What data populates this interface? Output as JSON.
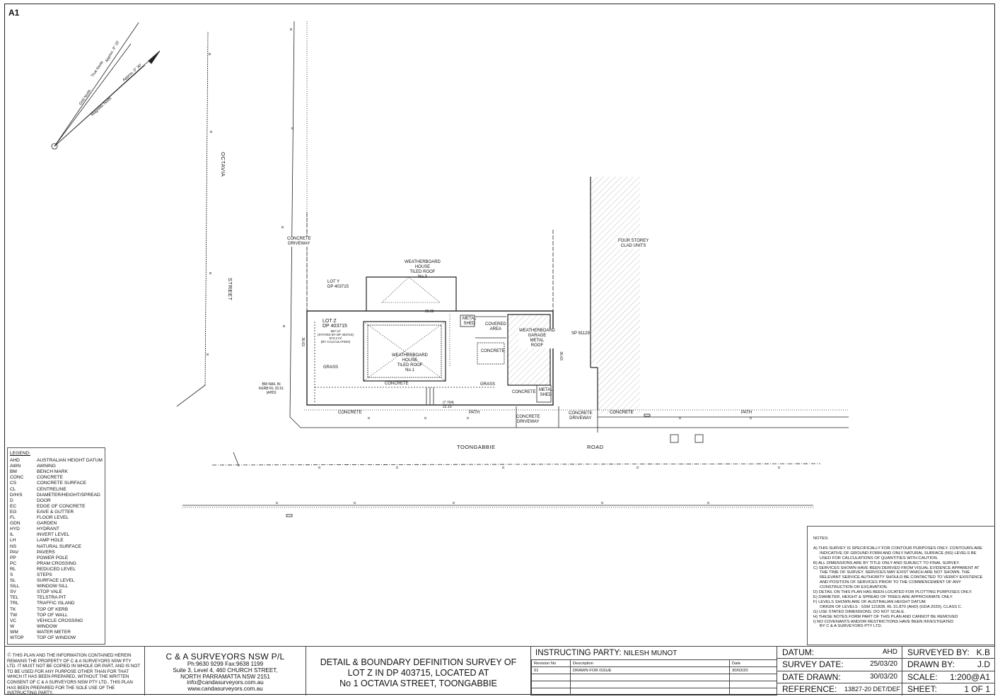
{
  "sheet": {
    "size": "A1"
  },
  "north": {
    "true_north": "True North",
    "grid_north": "Grid North",
    "magnetic_north": "Magnetic North",
    "angle1": "Approx. 0° 15'",
    "angle2": "Approx. 0° 30'"
  },
  "streets": {
    "octavia": "OCTAVIA",
    "street": "STREET",
    "toongabbie": "TOONGABBIE",
    "road": "ROAD"
  },
  "plan_labels": {
    "lot_z": "LOT Z",
    "lot_z_dp": "DP 403715",
    "lot_z_area1": "587 m²",
    "lot_z_area_note1": "(STATED BY DP 403715)",
    "lot_z_area2": "572.2 m²",
    "lot_z_area_note2": "(BY CALCULATION)",
    "lot_y": "LOT Y",
    "lot_y_dp": "DP 403715",
    "house1_l1": "WEATHERBOARD",
    "house1_l2": "HOUSE",
    "house1_l3": "TILED ROOF",
    "house1_l4": "No.1",
    "house3_l1": "WEATHERBOARD",
    "house3_l2": "HOUSE",
    "house3_l3": "TILED ROOF",
    "house3_l4": "No.3",
    "garage_l1": "WEATHERBOARD",
    "garage_l2": "GARAGE",
    "garage_l3": "METAL",
    "garage_l4": "ROOF",
    "metal_shed": "METAL",
    "shed": "SHED",
    "covered_l1": "COVERED",
    "covered_l2": "AREA",
    "concrete": "CONCRETE",
    "grass": "GRASS",
    "path": "PATH",
    "driveway": "DRIVEWAY",
    "sp": "SP 91129",
    "four_storey_l1": "FOUR STOREY",
    "four_storey_l2": "CLAD UNITS",
    "bm_l1": "BM NAIL IN",
    "bm_l2": "KERB RL 32.61",
    "bm_l3": "(AHD)",
    "dim_bottom": "22.10",
    "dim_top": "26.36",
    "dim_right": "36.63",
    "dim_left": "36.63",
    "dim_bottom2": "(7.704)"
  },
  "legend": {
    "title": "LEGEND:",
    "items": [
      {
        "abbr": "AHD",
        "desc": "AUSTRALIAN HEIGHT DATUM"
      },
      {
        "abbr": "AWN",
        "desc": "AWNING"
      },
      {
        "abbr": "BM",
        "desc": "BENCH MARK"
      },
      {
        "abbr": "CONC",
        "desc": "CONCRETE"
      },
      {
        "abbr": "CS",
        "desc": "CONCRETE SURFACE"
      },
      {
        "abbr": "CL",
        "desc": "CENTRELINE"
      },
      {
        "abbr": "D/H/S",
        "desc": "DIAMETER/HEIGHT/SPREAD"
      },
      {
        "abbr": "D",
        "desc": "DOOR"
      },
      {
        "abbr": "EC",
        "desc": "EDGE OF CONCRETE"
      },
      {
        "abbr": "EG",
        "desc": "EAVE & GUTTER"
      },
      {
        "abbr": "FL",
        "desc": "FLOOR LEVEL"
      },
      {
        "abbr": "GDN",
        "desc": "GARDEN"
      },
      {
        "abbr": "HYD",
        "desc": "HYDRANT"
      },
      {
        "abbr": "IL",
        "desc": "INVERT LEVEL"
      },
      {
        "abbr": "LH",
        "desc": "LAMP HOLE"
      },
      {
        "abbr": "NS",
        "desc": "NATURAL SURFACE"
      },
      {
        "abbr": "PAV",
        "desc": "PAVERS"
      },
      {
        "abbr": "PP",
        "desc": "POWER POLE"
      },
      {
        "abbr": "PC",
        "desc": "PRAM CROSSING"
      },
      {
        "abbr": "RL",
        "desc": "REDUCED LEVEL"
      },
      {
        "abbr": "S",
        "desc": "STEPS"
      },
      {
        "abbr": "SL",
        "desc": "SURFACE LEVEL"
      },
      {
        "abbr": "SILL",
        "desc": "WINDOW SILL"
      },
      {
        "abbr": "SV",
        "desc": "STOP VALE"
      },
      {
        "abbr": "TEL",
        "desc": "TELSTRA PIT"
      },
      {
        "abbr": "TRL",
        "desc": "TRAFFIC ISLAND"
      },
      {
        "abbr": "TK",
        "desc": "TOP OF KERB"
      },
      {
        "abbr": "TW",
        "desc": "TOP OF WALL"
      },
      {
        "abbr": "VC",
        "desc": "VEHICLE CROSSING"
      },
      {
        "abbr": "W",
        "desc": "WINDOW"
      },
      {
        "abbr": "WM",
        "desc": "WATER METER"
      },
      {
        "abbr": "WTOP",
        "desc": "TOP OF WINDOW"
      }
    ]
  },
  "notes": {
    "title": "NOTES:",
    "lines": [
      {
        "text": "A) THIS SURVEY IS SPECIFICALLY FOR CONTOUR PURPOSES ONLY. CONTOURS ARE",
        "indent": false
      },
      {
        "text": "INDICATIVE OF GROUND FORM AND ONLY NATURAL SURFACE (NS) LEVELS BE",
        "indent": true
      },
      {
        "text": "USED FOR CALCULATIONS OF QUANTITIES WITH CAUTION.",
        "indent": true
      },
      {
        "text": "B) ALL DIMENSIONS ARE BY TITLE ONLY AND SUBJECT TO FINAL SURVEY.",
        "indent": false
      },
      {
        "text": "C) SERVICES SHOWN HAVE BEEN DERIVED FROM VISUAL EVIDENCE APPARENT AT",
        "indent": false
      },
      {
        "text": "THE TIME OF SURVEY. SERVICES MAY EXIST WHICH ARE NOT SHOWN. THE",
        "indent": true
      },
      {
        "text": "RELEVANT SERVICE AUTHORITY SHOULD BE CONTACTED TO VERIFY EXISTENCE",
        "indent": true
      },
      {
        "text": "AND POSITION OF SERVICES PRIOR TO THE COMMENCEMENT OF ANY",
        "indent": true
      },
      {
        "text": "CONSTRUCTION OR EXCAVATION.",
        "indent": true
      },
      {
        "text": "D) DETAIL ON THIS PLAN HAS BEEN LOCATED FOR PLOTTING PURPOSES ONLY.",
        "indent": false
      },
      {
        "text": "E) DIAMETER, HEIGHT & SPREAD OF TREES ARE APPROXIMATE ONLY.",
        "indent": false
      },
      {
        "text": "F) LEVELS SHOWN ARE OF AUSTRALIAN HEIGHT DATUM.",
        "indent": false
      },
      {
        "text": "ORIGIN OF LEVELS : SSM 121828, RL 31.870 (AHD) (GDA 2020), CLASS C.",
        "indent": true
      },
      {
        "text": "G) USE STATED DIMENSIONS. DO NOT SCALE.",
        "indent": false
      },
      {
        "text": "H) THESE NOTES FORM PART OF THIS PLAN AND CANNOT BE REMOVED",
        "indent": false
      },
      {
        "text": "I) NO COVENANTS AND/OR RESTRICTIONS HAVE BEEN INVESTIGATED",
        "indent": false
      },
      {
        "text": "BY C & A SURVEYORS PTY LTD.",
        "indent": true
      }
    ]
  },
  "titleblock": {
    "copyright": "Ⓒ THIS PLAN AND THE INFORMATION CONTAINED HEREIN REMAINS THE PROPERTY OF C & A SURVEYORS NSW PTY LTD. IT MUST NOT BE COPIED IN WHOLE OR PART, AND IS NOT TO BE USED FOR ANY PURPOSE OTHER THAN FOR THAT WHICH IT HAS BEEN PREPARED, WITHOUT THE WRITTEN CONSENT OF C & A SURVEYORS NSW PTY LTD.. THIS PLAN HAS BEEN PREPARED FOR THE SOLE USE OF THE INSTRUCTING PARTY.",
    "company": "C & A SURVEYORS NSW P/L",
    "phone": "Ph:9630 9299    Fax:9638 1199",
    "address1": "Suite 3, Level 4, 460 CHURCH STREET,",
    "address2": "NORTH PARRAMATTA NSW 2151",
    "email": "info@candasurveyors.com.au",
    "web": "www.candasurveyors.com.au",
    "title1": "DETAIL & BOUNDARY DEFINITION SURVEY OF",
    "title2": "LOT Z IN DP 403715, LOCATED AT",
    "title3": "No 1 OCTAVIA STREET, TOONGABBIE",
    "instructing_label": "INSTRUCTING PARTY:",
    "instructing_value": "NILESH MUNOT",
    "rev_headers": {
      "rev": "Revision No",
      "desc": "Description",
      "date": "Date"
    },
    "revisions": [
      {
        "rev": "01",
        "desc": "DRAWN FOR ISSUE",
        "date": "30/03/20"
      }
    ],
    "datum_label": "DATUM:",
    "datum": "AHD",
    "survey_date_label": "SURVEY DATE:",
    "survey_date": "25/03/20",
    "date_drawn_label": "DATE DRAWN:",
    "date_drawn": "30/03/20",
    "reference_label": "REFERENCE:",
    "reference": "13827-20 DET/DEF",
    "surveyed_by_label": "SURVEYED BY:",
    "surveyed_by": "K.B",
    "drawn_by_label": "DRAWN BY:",
    "drawn_by": "J.D",
    "scale_label": "SCALE:",
    "scale": "1:200@A1",
    "sheet_label": "SHEET:",
    "sheet": "1 OF 1"
  },
  "colors": {
    "line": "#222222",
    "hatch": "#888888"
  }
}
